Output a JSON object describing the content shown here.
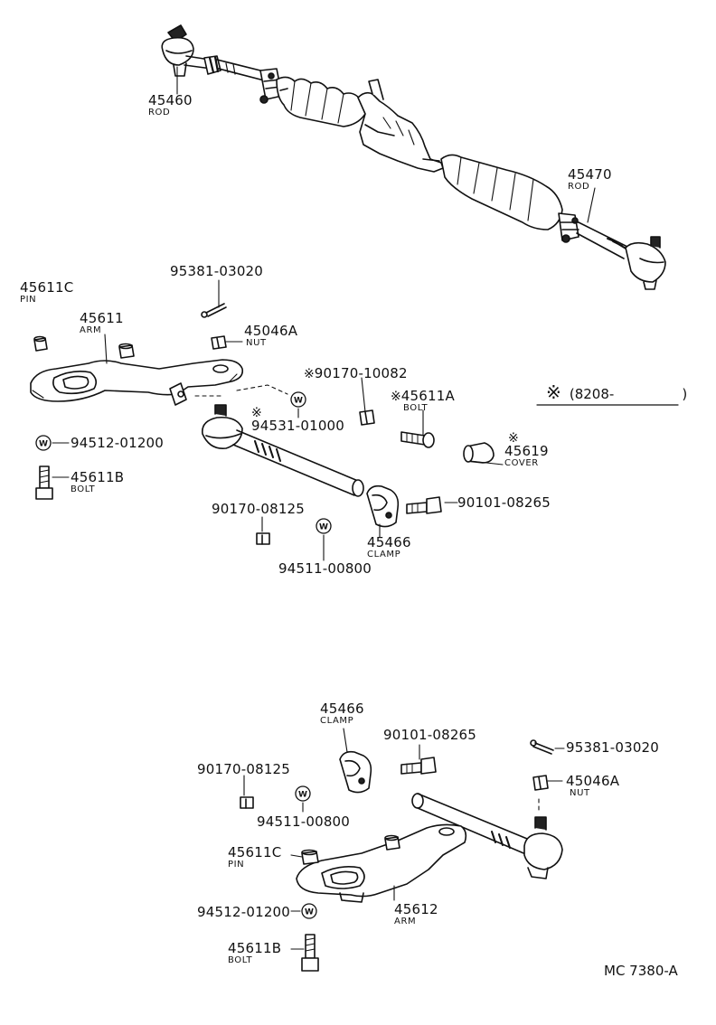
{
  "labels": {
    "rod_a": {
      "num": "45460",
      "name": "ROD"
    },
    "rod_b": {
      "num": "45470",
      "name": "ROD"
    },
    "pin_top": {
      "num": "45611C",
      "name": "PIN"
    },
    "cotter_top": {
      "num": "95381-03020"
    },
    "arm_top": {
      "num": "45611",
      "name": "ARM"
    },
    "nut_top": {
      "num": "45046A",
      "name": "NUT"
    },
    "bolt_top_a": {
      "num": "90170-10082",
      "mark": "※"
    },
    "washer_top_a": {
      "num": "94531-01000",
      "mark": "※"
    },
    "bolt_611a": {
      "num": "45611A",
      "name": "BOLT",
      "mark": "※"
    },
    "cover": {
      "num": "45619",
      "name": "COVER",
      "mark": "※"
    },
    "washer_512a": {
      "num": "94512-01200"
    },
    "bolt_611b_a": {
      "num": "45611B",
      "name": "BOLT"
    },
    "nut_125a": {
      "num": "90170-08125"
    },
    "washer_800a": {
      "num": "94511-00800"
    },
    "clamp_a": {
      "num": "45466",
      "name": "CLAMP"
    },
    "bolt_265a": {
      "num": "90101-08265"
    },
    "clamp_b": {
      "num": "45466",
      "name": "CLAMP"
    },
    "bolt_265b": {
      "num": "90101-08265"
    },
    "cotter_bot": {
      "num": "95381-03020"
    },
    "nut_125b": {
      "num": "90170-08125"
    },
    "nut_bot": {
      "num": "45046A",
      "name": "NUT"
    },
    "washer_800b": {
      "num": "94511-00800"
    },
    "pin_bot": {
      "num": "45611C",
      "name": "PIN"
    },
    "washer_512b": {
      "num": "94512-01200"
    },
    "arm_bot": {
      "num": "45612",
      "name": "ARM"
    },
    "bolt_611b_b": {
      "num": "45611B",
      "name": "BOLT"
    }
  },
  "note": {
    "mark": "※",
    "text": "(8208-",
    "close": ")"
  },
  "diagram_code": "MC 7380-A",
  "washer_symbol": "W"
}
